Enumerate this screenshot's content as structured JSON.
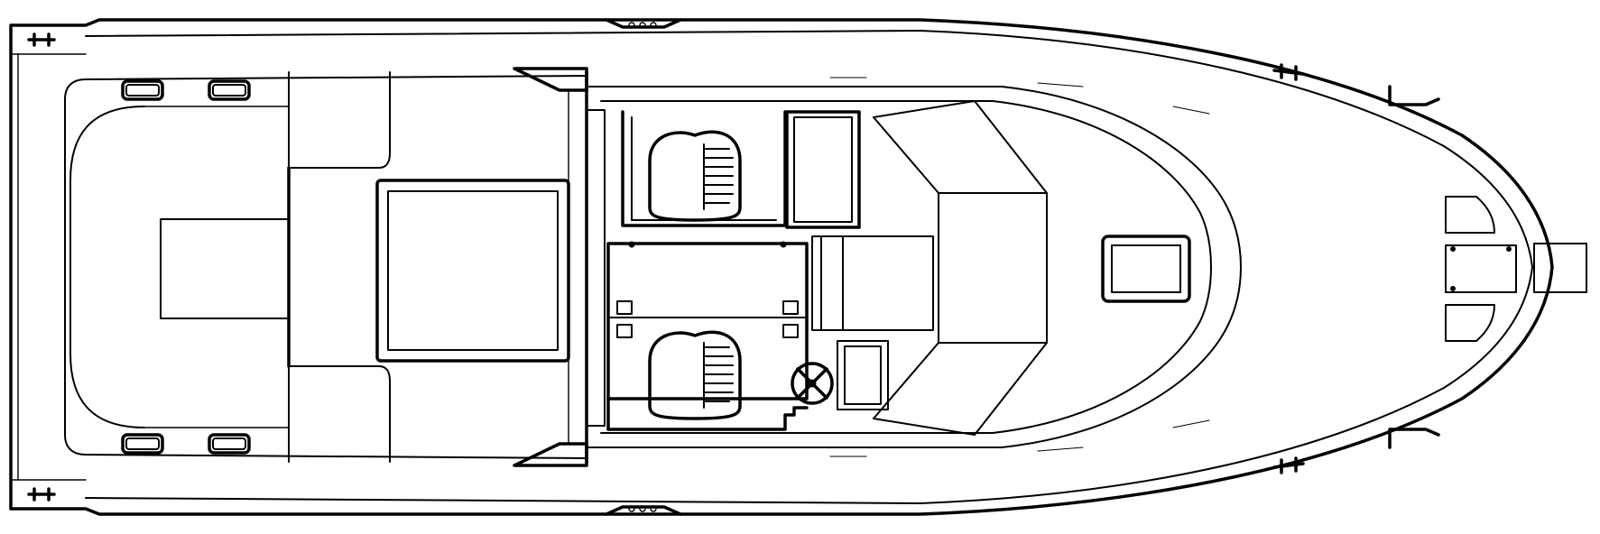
{
  "drawing": {
    "kind": "boat-deck-plan-top-view",
    "stroke_color": "#000000",
    "background_color": "#ffffff",
    "parts": [
      "hull",
      "cockpit",
      "transom",
      "fish-boxes",
      "cleats",
      "helm-seat",
      "companion-seat",
      "steering-wheel",
      "windshield",
      "cabin-hatch",
      "anchor-locker",
      "bow-pulpit"
    ]
  }
}
